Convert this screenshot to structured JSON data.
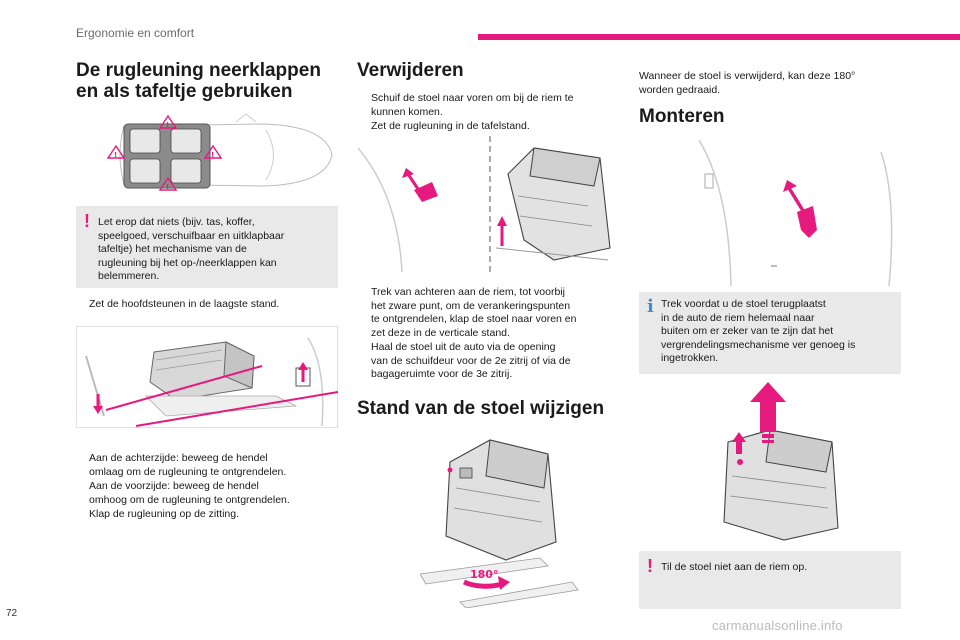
{
  "header": {
    "section": "Ergonomie en comfort",
    "accent_color": "#e6197f"
  },
  "page_number": "72",
  "watermark": "carmanualsonline.info",
  "col1": {
    "title_line1": "De rugleuning neerklappen",
    "title_line2": "en als tafeltje gebruiken",
    "warning": {
      "icon": "warning-exclamation",
      "lines": [
        "Let erop dat niets (bijv. tas, koffer,",
        "speelgoed, verschuifbaar en uitklapbaar",
        "tafeltje) het mechanisme van de",
        "rugleuning bij het op-/neerklappen kan",
        "belemmeren."
      ]
    },
    "step_headrest": "Zet de hoofdsteunen in de laagste stand.",
    "steps": [
      [
        "Aan de achterzijde: beweeg de hendel",
        "omlaag om de rugleuning te ontgrendelen."
      ],
      [
        "Aan de voorzijde: beweeg de hendel",
        "omhoog om de rugleuning te ontgrendelen."
      ],
      [
        "Klap de rugleuning op de zitting."
      ]
    ]
  },
  "col2": {
    "title": "Verwijderen",
    "steps_top": [
      [
        "Schuif de stoel naar voren om bij de riem te",
        "kunnen komen."
      ],
      [
        "Zet de rugleuning in de tafelstand."
      ]
    ],
    "steps_bottom": [
      [
        "Trek van achteren aan de riem, tot voorbij",
        "het zware punt, om de verankeringspunten",
        "te ontgrendelen, klap de stoel naar voren en",
        "zet deze in de verticale stand."
      ],
      [
        "Haal de stoel uit de auto via de opening",
        "van de schuifdeur voor de 2e zitrij of via de",
        "bagageruimte voor de 3e zitrij."
      ]
    ],
    "title2": "Stand van de stoel wijzigen",
    "rotation_label": "180°"
  },
  "col3": {
    "intro": [
      "Wanneer de stoel is verwijderd, kan deze 180°",
      "worden gedraaid."
    ],
    "title": "Monteren",
    "info": {
      "icon": "info-i",
      "lines": [
        "Trek voordat u de stoel terugplaatst",
        "in de auto de riem helemaal naar",
        "buiten om er zeker van te zijn dat het",
        "vergrendelingsmechanisme ver genoeg is",
        "ingetrokken."
      ]
    },
    "warning": {
      "icon": "warning-exclamation",
      "text": "Til de stoel niet aan de riem op."
    }
  },
  "bullet_glyph": "",
  "warning_glyph": "!",
  "info_glyph": "i"
}
